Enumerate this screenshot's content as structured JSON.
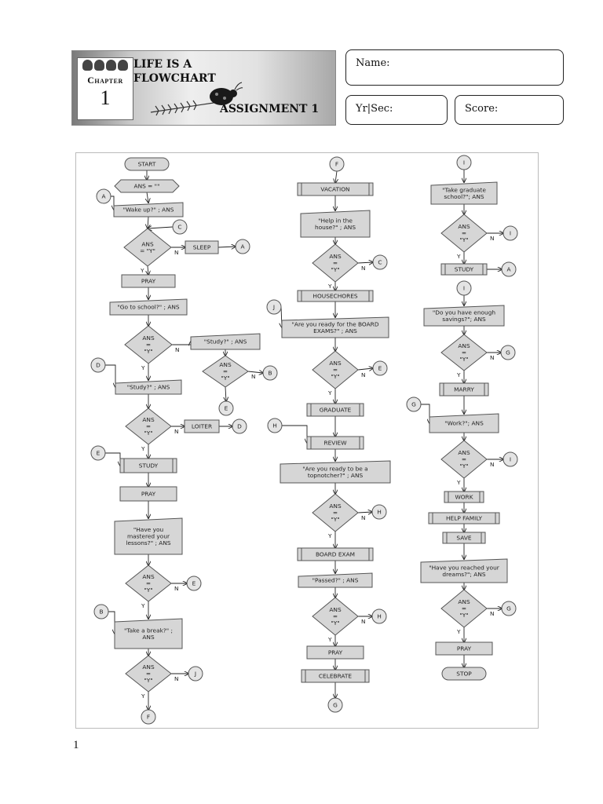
{
  "header": {
    "chapter_word": "Chapter",
    "chapter_number": "1",
    "title_line1": "LIFE IS A",
    "title_line2": "FLOWCHART",
    "assignment": "ASSIGNMENT 1"
  },
  "fields": {
    "name_label": "Name:",
    "yrsec_label": "Yr|Sec:",
    "score_label": "Score:"
  },
  "page_number": "1",
  "flowchart": {
    "nodes": [
      {
        "id": "c1_start",
        "shape": "terminal",
        "lines": [
          "START"
        ]
      },
      {
        "id": "c1_init",
        "shape": "hexagon",
        "lines": [
          "ANS = \"\""
        ]
      },
      {
        "id": "c1_conA",
        "shape": "connector",
        "lines": [
          "A"
        ]
      },
      {
        "id": "c1_wake",
        "shape": "io",
        "lines": [
          "\"Wake up?\" ; ANS"
        ]
      },
      {
        "id": "c1_conC",
        "shape": "connector",
        "lines": [
          "C"
        ]
      },
      {
        "id": "c1_dec1",
        "shape": "decision",
        "lines": [
          "ANS",
          "= \"Y\""
        ]
      },
      {
        "id": "c1_sleep",
        "shape": "process",
        "lines": [
          "SLEEP"
        ]
      },
      {
        "id": "c1_sleepA",
        "shape": "connector",
        "lines": [
          "A"
        ]
      },
      {
        "id": "c1_pray1",
        "shape": "process",
        "lines": [
          "PRAY"
        ]
      },
      {
        "id": "c1_school",
        "shape": "io",
        "lines": [
          "\"Go to school?\" ; ANS"
        ]
      },
      {
        "id": "c1_dec2",
        "shape": "decision",
        "lines": [
          "ANS",
          "=",
          "\"Y\""
        ]
      },
      {
        "id": "c1_study1q",
        "shape": "io",
        "lines": [
          "\"Study?\" ; ANS"
        ]
      },
      {
        "id": "c1_dec3",
        "shape": "decision",
        "lines": [
          "ANS",
          "=",
          "\"Y\""
        ]
      },
      {
        "id": "c1_conB1",
        "shape": "connector",
        "lines": [
          "B"
        ]
      },
      {
        "id": "c1_conE1",
        "shape": "connector",
        "lines": [
          "E"
        ]
      },
      {
        "id": "c1_conD1",
        "shape": "connector",
        "lines": [
          "D"
        ]
      },
      {
        "id": "c1_study2q",
        "shape": "io",
        "lines": [
          "\"Study?\" ; ANS"
        ]
      },
      {
        "id": "c1_dec4",
        "shape": "decision",
        "lines": [
          "ANS",
          "=",
          "\"Y\""
        ]
      },
      {
        "id": "c1_loiter",
        "shape": "process",
        "lines": [
          "LOITER"
        ]
      },
      {
        "id": "c1_conD2",
        "shape": "connector",
        "lines": [
          "D"
        ]
      },
      {
        "id": "c1_conE2",
        "shape": "connector",
        "lines": [
          "E"
        ]
      },
      {
        "id": "c1_study",
        "shape": "predefined",
        "lines": [
          "STUDY"
        ]
      },
      {
        "id": "c1_pray2",
        "shape": "process",
        "lines": [
          "PRAY"
        ]
      },
      {
        "id": "c1_mastered",
        "shape": "io",
        "lines": [
          "\"Have you",
          "mastered your",
          "lessons?\" ; ANS"
        ]
      },
      {
        "id": "c1_dec5",
        "shape": "decision",
        "lines": [
          "ANS",
          "=",
          "\"Y\""
        ]
      },
      {
        "id": "c1_conE3",
        "shape": "connector",
        "lines": [
          "E"
        ]
      },
      {
        "id": "c1_conB2",
        "shape": "connector",
        "lines": [
          "B"
        ]
      },
      {
        "id": "c1_break",
        "shape": "io",
        "lines": [
          "\"Take a break?\" ;",
          "ANS"
        ]
      },
      {
        "id": "c1_dec6",
        "shape": "decision",
        "lines": [
          "ANS",
          "=",
          "\"Y\""
        ]
      },
      {
        "id": "c1_conJ",
        "shape": "connector",
        "lines": [
          "J"
        ]
      },
      {
        "id": "c1_conF",
        "shape": "connector",
        "lines": [
          "F"
        ]
      },
      {
        "id": "c2_conF",
        "shape": "connector",
        "lines": [
          "F"
        ]
      },
      {
        "id": "c2_vacation",
        "shape": "predefined",
        "lines": [
          "VACATION"
        ]
      },
      {
        "id": "c2_help",
        "shape": "io",
        "lines": [
          "\"Help in the",
          "house?\" ; ANS"
        ]
      },
      {
        "id": "c2_dec1",
        "shape": "decision",
        "lines": [
          "ANS",
          "=",
          "\"Y\""
        ]
      },
      {
        "id": "c2_conC",
        "shape": "connector",
        "lines": [
          "C"
        ]
      },
      {
        "id": "c2_chores",
        "shape": "predefined",
        "lines": [
          "HOUSECHORES"
        ]
      },
      {
        "id": "c2_conJ",
        "shape": "connector",
        "lines": [
          "J"
        ]
      },
      {
        "id": "c2_board",
        "shape": "io",
        "lines": [
          "\"Are you ready for the BOARD",
          "EXAMS?\" ; ANS"
        ]
      },
      {
        "id": "c2_dec2",
        "shape": "decision",
        "lines": [
          "ANS",
          "=",
          "\"Y\""
        ]
      },
      {
        "id": "c2_conE",
        "shape": "connector",
        "lines": [
          "E"
        ]
      },
      {
        "id": "c2_graduate",
        "shape": "predefined",
        "lines": [
          "GRADUATE"
        ]
      },
      {
        "id": "c2_conH",
        "shape": "connector",
        "lines": [
          "H"
        ]
      },
      {
        "id": "c2_review",
        "shape": "predefined",
        "lines": [
          "REVIEW"
        ]
      },
      {
        "id": "c2_top",
        "shape": "io",
        "lines": [
          "\"Are you ready to be a",
          "topnotcher?\" ; ANS"
        ]
      },
      {
        "id": "c2_dec3",
        "shape": "decision",
        "lines": [
          "ANS",
          "=",
          "\"Y\""
        ]
      },
      {
        "id": "c2_conH2",
        "shape": "connector",
        "lines": [
          "H"
        ]
      },
      {
        "id": "c2_exam",
        "shape": "predefined",
        "lines": [
          "BOARD EXAM"
        ]
      },
      {
        "id": "c2_passed",
        "shape": "io",
        "lines": [
          "\"Passed?\" ; ANS"
        ]
      },
      {
        "id": "c2_dec4",
        "shape": "decision",
        "lines": [
          "ANS",
          "=",
          "\"Y\""
        ]
      },
      {
        "id": "c2_conH3",
        "shape": "connector",
        "lines": [
          "H"
        ]
      },
      {
        "id": "c2_pray",
        "shape": "process",
        "lines": [
          "PRAY"
        ]
      },
      {
        "id": "c2_celebrate",
        "shape": "predefined",
        "lines": [
          "CELEBRATE"
        ]
      },
      {
        "id": "c2_conG",
        "shape": "connector",
        "lines": [
          "G"
        ]
      },
      {
        "id": "c3_conI",
        "shape": "connector",
        "lines": [
          "I"
        ]
      },
      {
        "id": "c3_grad",
        "shape": "io",
        "lines": [
          "\"Take graduate",
          "school?\"; ANS"
        ]
      },
      {
        "id": "c3_dec1",
        "shape": "decision",
        "lines": [
          "ANS",
          "=",
          "\"Y\""
        ]
      },
      {
        "id": "c3_conI2",
        "shape": "connector",
        "lines": [
          "I"
        ]
      },
      {
        "id": "c3_study",
        "shape": "predefined",
        "lines": [
          "STUDY"
        ]
      },
      {
        "id": "c3_conA",
        "shape": "connector",
        "lines": [
          "A"
        ]
      },
      {
        "id": "c3_conI3",
        "shape": "connector",
        "lines": [
          "I"
        ]
      },
      {
        "id": "c3_savings",
        "shape": "io",
        "lines": [
          "\"Do you have enough",
          "savings?\"; ANS"
        ]
      },
      {
        "id": "c3_dec2",
        "shape": "decision",
        "lines": [
          "ANS",
          "=",
          "\"Y\""
        ]
      },
      {
        "id": "c3_conG",
        "shape": "connector",
        "lines": [
          "G"
        ]
      },
      {
        "id": "c3_marry",
        "shape": "predefined",
        "lines": [
          "MARRY"
        ]
      },
      {
        "id": "c3_conG2",
        "shape": "connector",
        "lines": [
          "G"
        ]
      },
      {
        "id": "c3_work",
        "shape": "io",
        "lines": [
          "\"Work?\"; ANS"
        ]
      },
      {
        "id": "c3_dec3",
        "shape": "decision",
        "lines": [
          "ANS",
          "=",
          "\"Y\""
        ]
      },
      {
        "id": "c3_conI4",
        "shape": "connector",
        "lines": [
          "I"
        ]
      },
      {
        "id": "c3_workp",
        "shape": "predefined",
        "lines": [
          "WORK"
        ]
      },
      {
        "id": "c3_helpfam",
        "shape": "predefined",
        "lines": [
          "HELP FAMILY"
        ]
      },
      {
        "id": "c3_save",
        "shape": "predefined",
        "lines": [
          "SAVE"
        ]
      },
      {
        "id": "c3_dreams",
        "shape": "io",
        "lines": [
          "\"Have you reached your",
          "dreams?\"; ANS"
        ]
      },
      {
        "id": "c3_dec4",
        "shape": "decision",
        "lines": [
          "ANS",
          "=",
          "\"Y\""
        ]
      },
      {
        "id": "c3_conG3",
        "shape": "connector",
        "lines": [
          "G"
        ]
      },
      {
        "id": "c3_pray",
        "shape": "process",
        "lines": [
          "PRAY"
        ]
      },
      {
        "id": "c3_stop",
        "shape": "terminal",
        "lines": [
          "STOP"
        ]
      }
    ],
    "edges": [
      {
        "from": "c1_start",
        "to": "c1_init"
      },
      {
        "from": "c1_init",
        "to": "c1_wake"
      },
      {
        "from": "c1_conA",
        "to": "c1_wake"
      },
      {
        "from": "c1_wake",
        "to": "c1_dec1"
      },
      {
        "from": "c1_conC",
        "to": "c1_dec1"
      },
      {
        "from": "c1_dec1",
        "to": "c1_sleep",
        "label": "N"
      },
      {
        "from": "c1_sleep",
        "to": "c1_sleepA"
      },
      {
        "from": "c1_dec1",
        "to": "c1_pray1",
        "label": "Y"
      },
      {
        "from": "c1_pray1",
        "to": "c1_school"
      },
      {
        "from": "c1_school",
        "to": "c1_dec2"
      },
      {
        "from": "c1_dec2",
        "to": "c1_study1q",
        "label": "N"
      },
      {
        "from": "c1_study1q",
        "to": "c1_dec3"
      },
      {
        "from": "c1_dec3",
        "to": "c1_conB1",
        "label": "N"
      },
      {
        "from": "c1_dec3",
        "to": "c1_conE1"
      },
      {
        "from": "c1_conD1",
        "to": "c1_study2q"
      },
      {
        "from": "c1_dec2",
        "to": "c1_study2q",
        "label": "Y"
      },
      {
        "from": "c1_study2q",
        "to": "c1_dec4"
      },
      {
        "from": "c1_dec4",
        "to": "c1_loiter",
        "label": "N"
      },
      {
        "from": "c1_loiter",
        "to": "c1_conD2"
      },
      {
        "from": "c1_dec4",
        "to": "c1_study",
        "label": "Y"
      },
      {
        "from": "c1_conE2",
        "to": "c1_study"
      },
      {
        "from": "c1_study",
        "to": "c1_pray2"
      },
      {
        "from": "c1_pray2",
        "to": "c1_mastered"
      },
      {
        "from": "c1_mastered",
        "to": "c1_dec5"
      },
      {
        "from": "c1_dec5",
        "to": "c1_conE3",
        "label": "N"
      },
      {
        "from": "c1_dec5",
        "to": "c1_break",
        "label": "Y"
      },
      {
        "from": "c1_conB2",
        "to": "c1_break"
      },
      {
        "from": "c1_break",
        "to": "c1_dec6"
      },
      {
        "from": "c1_dec6",
        "to": "c1_conJ",
        "label": "N"
      },
      {
        "from": "c1_dec6",
        "to": "c1_conF",
        "label": "Y"
      },
      {
        "from": "c2_conF",
        "to": "c2_vacation"
      },
      {
        "from": "c2_vacation",
        "to": "c2_help"
      },
      {
        "from": "c2_help",
        "to": "c2_dec1"
      },
      {
        "from": "c2_dec1",
        "to": "c2_conC",
        "label": "N"
      },
      {
        "from": "c2_dec1",
        "to": "c2_chores",
        "label": "Y"
      },
      {
        "from": "c2_chores",
        "to": "c2_board"
      },
      {
        "from": "c2_conJ",
        "to": "c2_board"
      },
      {
        "from": "c2_board",
        "to": "c2_dec2"
      },
      {
        "from": "c2_dec2",
        "to": "c2_conE",
        "label": "N"
      },
      {
        "from": "c2_dec2",
        "to": "c2_graduate",
        "label": "Y"
      },
      {
        "from": "c2_graduate",
        "to": "c2_review"
      },
      {
        "from": "c2_conH",
        "to": "c2_review"
      },
      {
        "from": "c2_review",
        "to": "c2_top"
      },
      {
        "from": "c2_top",
        "to": "c2_dec3"
      },
      {
        "from": "c2_dec3",
        "to": "c2_conH2",
        "label": "N"
      },
      {
        "from": "c2_dec3",
        "to": "c2_exam",
        "label": "Y"
      },
      {
        "from": "c2_exam",
        "to": "c2_passed"
      },
      {
        "from": "c2_passed",
        "to": "c2_dec4"
      },
      {
        "from": "c2_dec4",
        "to": "c2_conH3",
        "label": "N"
      },
      {
        "from": "c2_dec4",
        "to": "c2_pray",
        "label": "Y"
      },
      {
        "from": "c2_pray",
        "to": "c2_celebrate"
      },
      {
        "from": "c2_celebrate",
        "to": "c2_conG"
      },
      {
        "from": "c3_conI",
        "to": "c3_grad"
      },
      {
        "from": "c3_grad",
        "to": "c3_dec1"
      },
      {
        "from": "c3_dec1",
        "to": "c3_conI2",
        "label": "N"
      },
      {
        "from": "c3_dec1",
        "to": "c3_study",
        "label": "Y"
      },
      {
        "from": "c3_study",
        "to": "c3_conA"
      },
      {
        "from": "c3_conI3",
        "to": "c3_savings"
      },
      {
        "from": "c3_savings",
        "to": "c3_dec2"
      },
      {
        "from": "c3_dec2",
        "to": "c3_conG",
        "label": "N"
      },
      {
        "from": "c3_dec2",
        "to": "c3_marry",
        "label": "Y"
      },
      {
        "from": "c3_marry",
        "to": "c3_work"
      },
      {
        "from": "c3_conG2",
        "to": "c3_work"
      },
      {
        "from": "c3_work",
        "to": "c3_dec3"
      },
      {
        "from": "c3_dec3",
        "to": "c3_conI4",
        "label": "N"
      },
      {
        "from": "c3_dec3",
        "to": "c3_workp",
        "label": "Y"
      },
      {
        "from": "c3_workp",
        "to": "c3_helpfam"
      },
      {
        "from": "c3_helpfam",
        "to": "c3_save"
      },
      {
        "from": "c3_save",
        "to": "c3_dreams"
      },
      {
        "from": "c3_dreams",
        "to": "c3_dec4"
      },
      {
        "from": "c3_dec4",
        "to": "c3_conG3",
        "label": "N"
      },
      {
        "from": "c3_dec4",
        "to": "c3_pray",
        "label": "Y"
      },
      {
        "from": "c3_pray",
        "to": "c3_stop"
      }
    ]
  }
}
